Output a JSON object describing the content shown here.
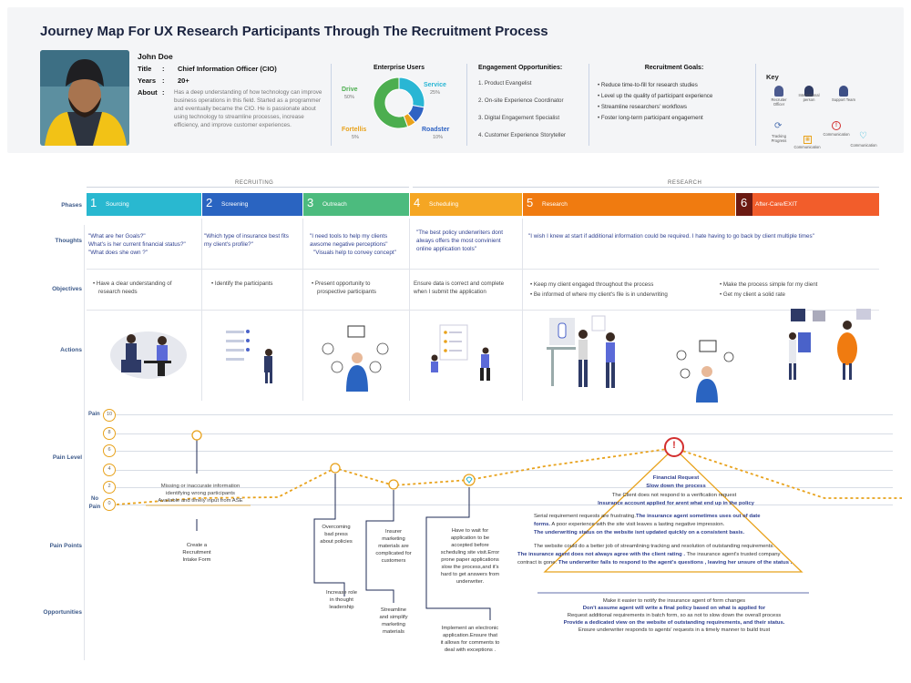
{
  "title": "Journey Map For UX Research Participants Through The Recruitment Process",
  "persona": {
    "name": "John Doe",
    "title_label": "Title",
    "title_value": "Chief Information Officer (CIO)",
    "years_label": "Years",
    "years_value": "20+",
    "about_label": "About",
    "colon": ":",
    "about_text": "Has a deep understanding of how technology can improve business operations in this field. Started as a programmer and eventually became the CIO. He is passionate about using technology to streamline processes, increase efficiency, and improve customer experiences."
  },
  "enterprise": {
    "heading": "Enterprise Users",
    "segments": [
      {
        "label": "Drive",
        "value": "50%",
        "pct": 50,
        "color": "#4cae4f"
      },
      {
        "label": "Service",
        "value": "25%",
        "pct": 25,
        "color": "#29b6d4"
      },
      {
        "label": "Roadster",
        "value": "10%",
        "pct": 10,
        "color": "#2f63c3"
      },
      {
        "label": "Fortellis",
        "value": "5%",
        "pct": 5,
        "color": "#e8a21c"
      }
    ]
  },
  "engagement": {
    "heading": "Engagement Opportunities:",
    "items": [
      "1. Product Evangelist",
      "2. On-site Experience Coordinator",
      "3. Digital Engagement Specialist",
      "4. Customer Experience Storyteller"
    ]
  },
  "goals": {
    "heading": "Recruitment Goals:",
    "items": [
      "Reduce time-to-fill for research studies",
      "Level up the quality of participant experience",
      "Streamline researchers' workflows",
      "Foster long-term participant engagement"
    ]
  },
  "key": {
    "heading": "Key",
    "items": [
      "Recruiter Officer",
      "International person",
      "Support Team",
      "Tracking Progress",
      "Communication",
      "Communication",
      "Communication"
    ]
  },
  "stages": {
    "recruiting": "RECRUITING",
    "research": "RESEARCH"
  },
  "rows": {
    "phases": "Phases",
    "thoughts": "Thoughts",
    "objectives": "Objectives",
    "actions": "Actions",
    "pain_level": "Pain Level",
    "pain_points": "Pain Points",
    "opportunities": "Opportunities"
  },
  "phases": [
    {
      "num": "1",
      "label": "Sourcing",
      "color": "#29b8d0"
    },
    {
      "num": "2",
      "label": "Screening",
      "color": "#2a64c1"
    },
    {
      "num": "3",
      "label": "Outreach",
      "color": "#4cbb7e"
    },
    {
      "num": "4",
      "label": "Scheduling",
      "color": "#f5a623"
    },
    {
      "num": "5",
      "label": "Research",
      "color": "#f07b10"
    },
    {
      "num": "6",
      "label": "After-Care/EXIT",
      "color": "#f25d2b"
    }
  ],
  "thoughts": [
    [
      "\"What are her Goals?\"",
      "What's is her current financial status?\"",
      "\"What does she own ?\""
    ],
    [
      "\"Which type of insurance best fits",
      "my client's profile?\""
    ],
    [
      "\"I need tools to help my clients",
      "awsome negative perceptions\"",
      "\"Visuals help to convey concept\""
    ],
    [
      "\"The best policy underwriters dont",
      "always offers the most convinient",
      "online application tools\""
    ],
    [
      "\"I wish I knew at  start  if additional information could be required. I hate having to go back by client multiple times\""
    ]
  ],
  "objectives": [
    [
      "• Have a clear understanding of",
      "research needs"
    ],
    [
      "• Identify the participants"
    ],
    [
      "• Present opportunity to",
      "prospective participants"
    ],
    [
      "Ensure data is correct and complete",
      "when I submit the application"
    ],
    [
      "• Keep my client engaged throughout the process",
      "• Be informed of where my client's file is in underwriting"
    ],
    [
      "• Make the process simple for my client",
      "• Get my client  a solid rate"
    ]
  ],
  "pain_scale": {
    "top_label": "Pain",
    "ticks": [
      "10",
      "8",
      "6",
      "4",
      "2",
      "0"
    ],
    "bottom_label_1": "No",
    "bottom_label_2": "Pain"
  },
  "pain_annotation": [
    "Missing or inaccurate information",
    "identifying wrong participants",
    "Available and timely input from ASE"
  ],
  "pain_points": {
    "sourcing": [
      "Create a",
      "Recruitment",
      "Intake Form"
    ],
    "outreach": [
      "Overcoming",
      "bad press",
      "about policies"
    ],
    "outreach2": [
      "Insurer",
      "marketing",
      "materials are",
      "complicated for",
      "customers"
    ],
    "scheduling": [
      "Have to wait for",
      "application to be",
      "accepted before",
      "scheduling site visit.Error",
      "prone paper applications",
      "slow the process,and it's",
      "hard to get answers from",
      "underwriter."
    ]
  },
  "opportunities": {
    "outreach": [
      "Increase role",
      "in thought",
      "leadership"
    ],
    "outreach2": [
      "Streamline",
      "and simplify",
      "marketing",
      "materials"
    ],
    "scheduling": [
      "Implement an electronic",
      "application.Ensure that",
      "it allows for comments to",
      "deal with exceptions ."
    ]
  },
  "research_pain": {
    "l1": "Financial Request",
    "l2": "Slow down the process",
    "l3": "The Client does not respond to a verification request",
    "l4": "Insurance account applied for arent what end up in the policy",
    "l5a": "Serial requirement requests are frustrating.",
    "l5b": "The insurance agent sometimes uses out of date",
    "l6a": "forms.",
    "l6b": " A poor experience with the site visit leaves a lasting negative impression.",
    "l7": "The underwriting status on the website isnt updated quickly on a consistent basis.",
    "l8": "The website could do a better job of streamlining tracking and resolution of outstanding requirements.",
    "l9a": "The insurance agent does not always agree with the client rating .",
    "l9b": "The insurance agent's trusted company",
    "l10a": "contract is gone.",
    "l10b": " The underwriter fails to respond to the agent's questions , leaving her unsure of the status ."
  },
  "research_opp": [
    "Make it easier to notify the insurance agent of form changes",
    "Don't assume agent will write a final policy based on what is applied for",
    "Request additional requirements in batch form, so as not to slow down the overall process",
    "Provide a dedicated view on the website of outstanding requirements, and their status.",
    "Ensure underwriter responds to agents' requests in a timely manner to build trust"
  ],
  "colors": {
    "accent": "#e8a21c",
    "navy": "#1b2440",
    "label": "#3d5a8a",
    "alert": "#d32f2f"
  }
}
